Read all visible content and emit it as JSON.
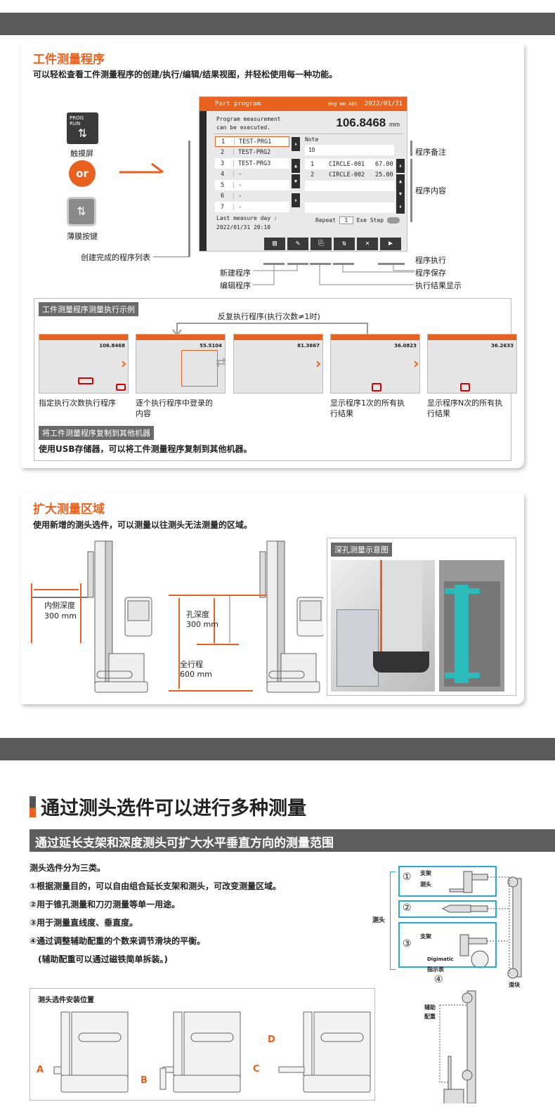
{
  "section1": {
    "title": "工件测量程序",
    "subtitle": "可以轻松查看工件测量程序的创建/执行/编辑/结果视图，并轻松使用每一种功能。",
    "touch_label": "触摸屏",
    "or_label": "or",
    "membrane_label": "薄膜按键",
    "key_text": "PROG RUN",
    "screen": {
      "title": "Part program",
      "status": "deg mm ABS",
      "date": "2022/01/31",
      "message": "Program measurement can be executed.",
      "value": "106.8468",
      "unit": "mm",
      "programs": [
        {
          "n": "1",
          "name": "TEST-PRG1"
        },
        {
          "n": "2",
          "name": "TEST-PRG2"
        },
        {
          "n": "3",
          "name": "TEST-PRG3"
        },
        {
          "n": "4",
          "name": "-"
        },
        {
          "n": "5",
          "name": "-"
        },
        {
          "n": "6",
          "name": "-"
        },
        {
          "n": "7",
          "name": "-"
        }
      ],
      "note_label": "Note",
      "note_value": "1D",
      "steps": [
        {
          "n": "1",
          "name": "CIRCLE-001",
          "val": "67.00"
        },
        {
          "n": "2",
          "name": "CIRCLE-002",
          "val": "25.00"
        }
      ],
      "last_label": "Last measure day  :",
      "last_value": "2022/01/31 20:10",
      "repeat_label": "Repeat",
      "repeat_value": "1",
      "exe_step_label": "Exe Step"
    },
    "annotations": {
      "note": "程序备注",
      "content": "程序内容",
      "list": "创建完成的程序列表",
      "new": "新建程序",
      "edit": "编辑程序",
      "run": "程序执行",
      "save": "程序保存",
      "result": "执行结果显示"
    },
    "example": {
      "label": "工件测量程序测量执行示例",
      "loop": "反复执行程序(执行次数≠1时)",
      "thumb_values": [
        "106.8468",
        "55.5104",
        "81.3667",
        "36.0823",
        "36.2633"
      ],
      "captions": [
        "指定执行次数执行程序",
        "逐个执行程序中登录的内容",
        "显示程序1次的所有执行结果",
        "显示程序N次的所有执行结果"
      ],
      "copy_label": "将工件测量程序复制到其他机器",
      "copy_text": "使用USB存储器，可以将工件测量程序复制到其他机器。"
    }
  },
  "section2": {
    "title": "扩大测量区域",
    "subtitle": "使用新增的测头选件，可以测量以往测头无法测量的区域。",
    "inner_depth": "内侧深度",
    "inner_depth_val": "300 mm",
    "hole_depth": "孔深度",
    "hole_depth_val": "300 mm",
    "full_travel": "全行程",
    "full_travel_val": "600 mm",
    "deep_hole_label": "深孔测量示意图"
  },
  "section3": {
    "heading": "通过测头选件可以进行多种测量",
    "banner": "通过延长支架和深度测头可扩大水平垂直方向的测量范围",
    "items": [
      "测头选件分为三类。",
      "①根据测量目的，可以自由组合延长支架和测头，可改变测量区域。",
      "②用于锥孔测量和刀刃测量等单一用途。",
      "③用于测量直线度、垂直度。",
      "④通过调整辅助配重的个数来调节滑块的平衡。",
      "(辅助配重可以通过磁铁简单拆装。)"
    ],
    "install_title": "测头选件安装位置",
    "positions": [
      "A",
      "B",
      "C",
      "D"
    ],
    "diagram": {
      "probe": "测头",
      "bracket": "支架",
      "stylus": "测头",
      "digimatic": "Digimatic",
      "indicator": "指示表",
      "slider": "滑块",
      "n1": "①",
      "n2": "②",
      "n3": "③",
      "n4": "④",
      "aux1": "辅助",
      "aux2": "配重"
    }
  },
  "colors": {
    "accent": "#e8611e",
    "bar": "#5b5b5b",
    "blue": "#29a8e0"
  }
}
